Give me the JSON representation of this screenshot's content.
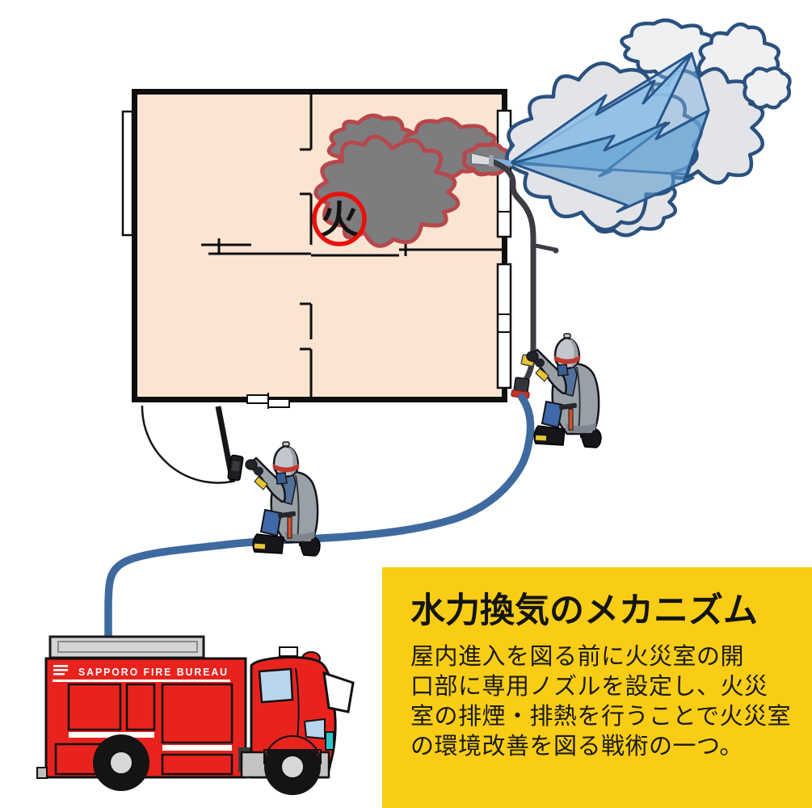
{
  "fire_room": {
    "fire_label": "火"
  },
  "truck": {
    "label": "SAPPORO FIRE BUREAU"
  },
  "info_box": {
    "title": "水力換気のメカニズム",
    "lines": [
      "屋内進入を図る前に火災室の開",
      "口部に専用ノズルを設定し、火災",
      "室の排煙・排熱を行うことで火災室",
      "の環境改善を図る戦術の一つ。"
    ]
  },
  "colors": {
    "room_fill": "#fbe5d2",
    "fire_red": "#e8120c",
    "smoke_gray": "#7d7d80",
    "smoke_outline": "#b6484c",
    "cloud_gray": "#e3e4e7",
    "cloud_white": "#eef0f2",
    "cloud_outline": "#2a517f",
    "spray_fill": "#7fb2dd",
    "spray_outline": "#27568c",
    "hose_blue": "#3e6a9f",
    "truck_red": "#e8231e",
    "safety_yellow": "#e5c534",
    "info_bg": "#f9cd15"
  }
}
